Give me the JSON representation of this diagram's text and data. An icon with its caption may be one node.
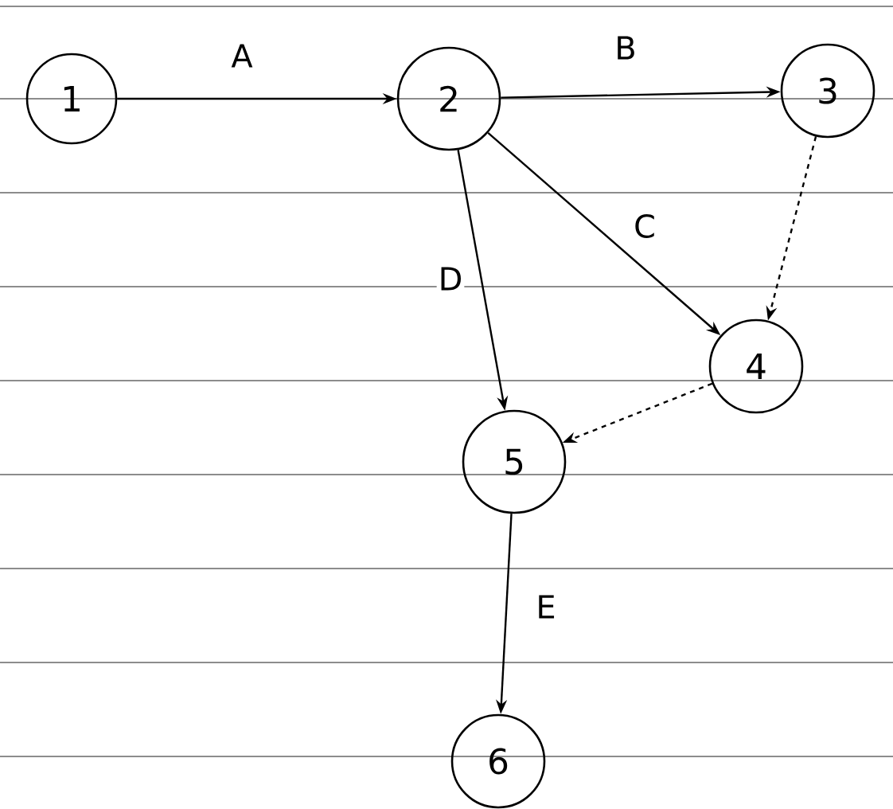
{
  "diagram": {
    "nodes": [
      {
        "text": [
          "1"
        ]
      },
      {
        "text": [
          "2"
        ]
      },
      {
        "text": [
          "3"
        ]
      },
      {
        "text": [
          "4"
        ]
      },
      {
        "text": [
          "5"
        ]
      },
      {
        "text": [
          "6"
        ]
      }
    ],
    "edges": [
      {
        "from": 0,
        "to": 1,
        "arrow": "to",
        "label": "A"
      },
      {
        "from": 1,
        "to": 2,
        "arrow": "to",
        "label": "B"
      },
      {
        "from": 2,
        "to": 3,
        "arrow": "to",
        "style": "dashed"
      },
      {
        "from": 1,
        "to": 3,
        "arrow": "to",
        "label": "C"
      },
      {
        "from": 1,
        "to": 4,
        "arrow": "to",
        "label": "D"
      },
      {
        "from": 3,
        "to": 4,
        "arrow": "to",
        "style": "dashed"
      },
      {
        "from": 4,
        "to": 5,
        "arrow": "to",
        "label": "E"
      }
    ]
  }
}
